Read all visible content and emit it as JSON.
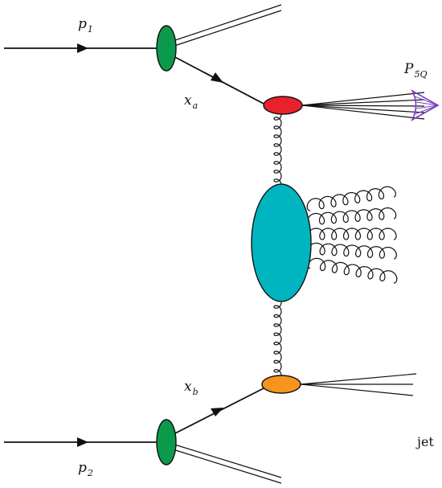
{
  "labels": {
    "p1": {
      "main": "p",
      "sub": "1"
    },
    "p2": {
      "main": "p",
      "sub": "2"
    },
    "xa": {
      "main": "x",
      "sub": "a"
    },
    "xb": {
      "main": "x",
      "sub": "b"
    },
    "pentaquark": {
      "main": "P",
      "sub": "5Q"
    },
    "jet": "jet"
  },
  "colors": {
    "proton_blob": "#0b9a4b",
    "upper_vertex": "#e8212a",
    "lower_vertex": "#f7941d",
    "central_blob": "#00b5bf",
    "pentaquark_cone": "#7a3fc0",
    "lines": "#111111"
  }
}
